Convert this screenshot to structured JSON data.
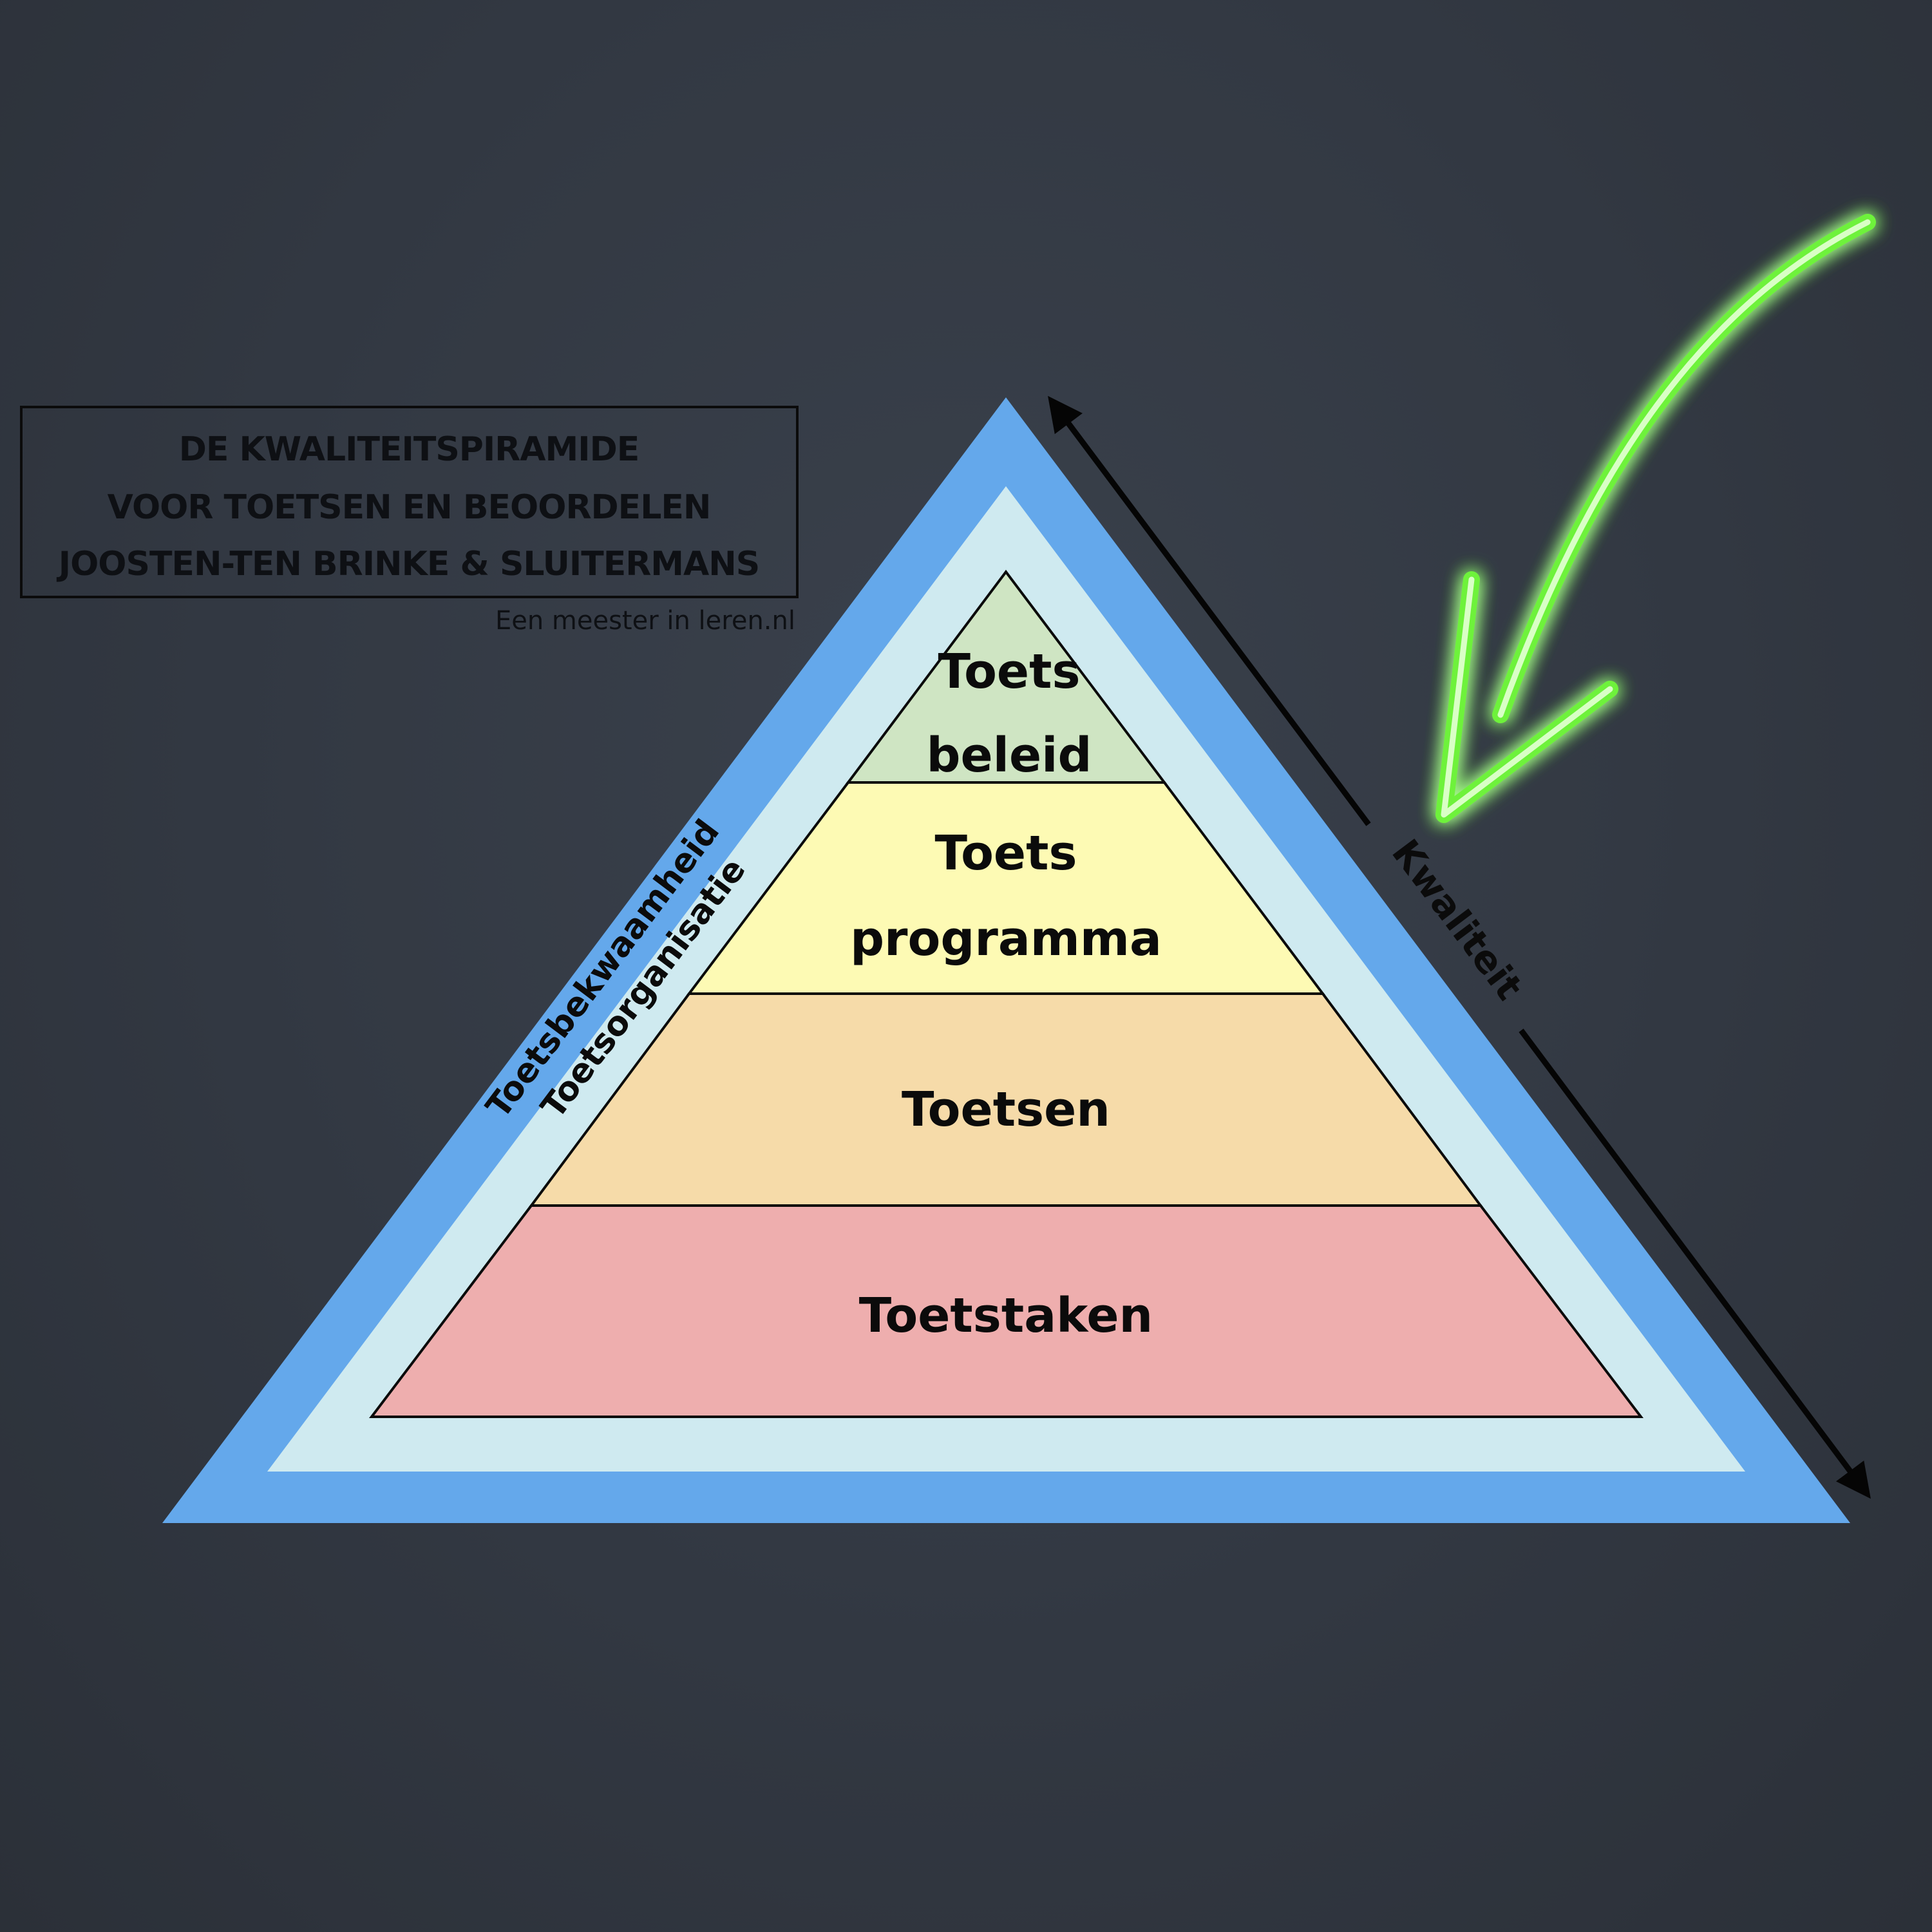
{
  "title": {
    "lines": [
      "DE KWALITEITSPIRAMIDE",
      "VOOR TOETSEN EN BEOORDELEN",
      "JOOSTEN-TEN BRINKE & SLUITERMANS"
    ],
    "credit": "Een meester in leren.nl"
  },
  "pyramid": {
    "outer_band_label": "Toetsbekwaamheid",
    "inner_band_label": "Toetsorganisatie",
    "layers": [
      {
        "lines": [
          "Toets",
          "beleid"
        ],
        "color": "#cfe5c3"
      },
      {
        "lines": [
          "Toets",
          "programma"
        ],
        "color": "#fdfab4"
      },
      {
        "lines": [
          "Toetsen"
        ],
        "color": "#f6dba9"
      },
      {
        "lines": [
          "Toetstaken"
        ],
        "color": "#eeaeae"
      }
    ],
    "outer_band_color": "#64a8eb",
    "inner_band_color": "#cfeaf0"
  },
  "quality_axis": {
    "label": "Kwaliteit"
  },
  "highlight_arrow": {
    "color": "#6ef23a",
    "icon": "neon-arrow-icon"
  }
}
